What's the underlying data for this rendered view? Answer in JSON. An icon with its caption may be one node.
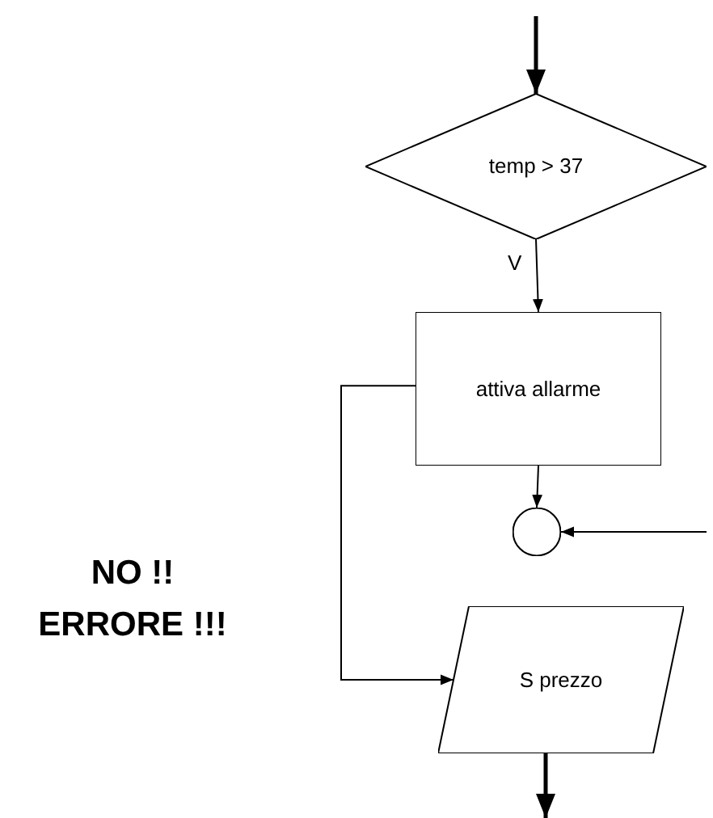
{
  "diagram": {
    "nodes": [
      {
        "text": [
          "temp > 37"
        ]
      },
      {
        "text": [
          "attiva allarme"
        ]
      },
      {
        "text": [],
        "shape": "circle"
      },
      {
        "text": [
          "S prezzo"
        ]
      }
    ],
    "edges": [
      {
        "from": null,
        "to": 0,
        "arrow": "to",
        "style": "thick"
      },
      {
        "from": 0,
        "to": 1,
        "arrow": "to",
        "label": "V"
      },
      {
        "from": 1,
        "to": 2,
        "arrow": "to"
      },
      {
        "from": null,
        "to": 2,
        "arrow": "to"
      },
      {
        "from": 1,
        "to": 3,
        "arrow": "to"
      },
      {
        "from": 3,
        "to": null,
        "arrow": "to",
        "style": "thick"
      }
    ],
    "labels": [
      "NO !!",
      "ERRORE !!!"
    ]
  }
}
